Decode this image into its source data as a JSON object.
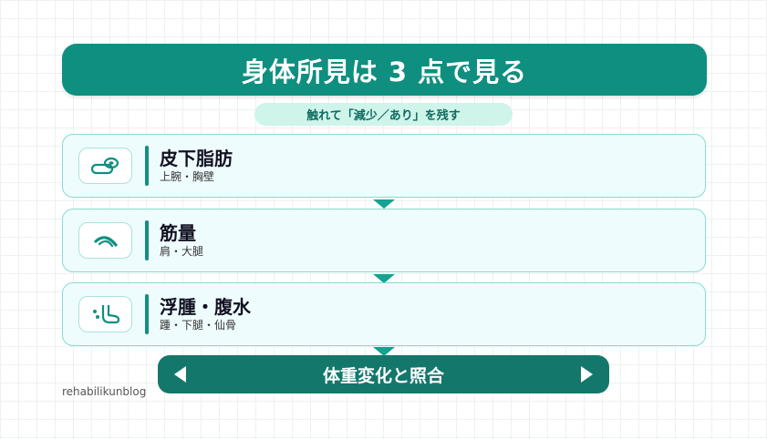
{
  "title": "身体所見は 3 点で見る",
  "subtitle": "触れて「減少／あり」を残す",
  "cards": [
    {
      "label": "皮下脂肪",
      "sub": "上腕・胸壁",
      "icon": "skinfold-icon"
    },
    {
      "label": "筋量",
      "sub": "肩・大腿",
      "icon": "muscle-arc-icon"
    },
    {
      "label": "浮腫・腹水",
      "sub": "踵・下腿・仙骨",
      "icon": "edema-foot-icon"
    }
  ],
  "nav": {
    "label": "体重変化と照合"
  },
  "watermark": "rehabilikunblog",
  "colors": {
    "primary": "#0f8f80",
    "dark": "#13776b",
    "card_bg": "#effcfd",
    "accent_light": "#cff4ea"
  }
}
